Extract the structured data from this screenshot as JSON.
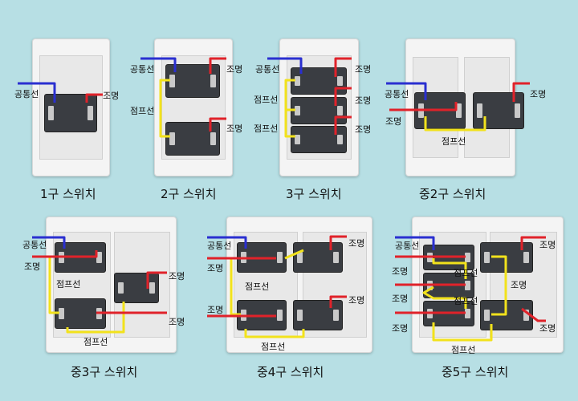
{
  "colors": {
    "common": "#2a2fd0",
    "light": "#e0222a",
    "jump": "#f2e21c",
    "background": "#b7dfe4"
  },
  "panels": [
    {
      "title": "1구 스위치",
      "labels": [
        "공통선",
        "조명"
      ]
    },
    {
      "title": "2구 스위치",
      "labels": [
        "공통선",
        "조명",
        "점프선",
        "조명"
      ]
    },
    {
      "title": "3구 스위치",
      "labels": [
        "공통선",
        "조명",
        "점프선",
        "조명",
        "점프선",
        "조명"
      ]
    },
    {
      "title": "중2구 스위치",
      "labels": [
        "공통선",
        "조명",
        "조명",
        "점프선"
      ]
    },
    {
      "title": "중3구 스위치",
      "labels": [
        "공통선",
        "조명",
        "점프선",
        "조명",
        "조명",
        "점프선"
      ]
    },
    {
      "title": "중4구 스위치",
      "labels": [
        "공통선",
        "조명",
        "조명",
        "점프선",
        "조명",
        "조명",
        "점프선"
      ]
    },
    {
      "title": "중5구 스위치",
      "labels": [
        "공통선",
        "조명",
        "조명",
        "점프선",
        "조명",
        "점프선",
        "조명",
        "조명",
        "조명",
        "점프선"
      ]
    }
  ]
}
